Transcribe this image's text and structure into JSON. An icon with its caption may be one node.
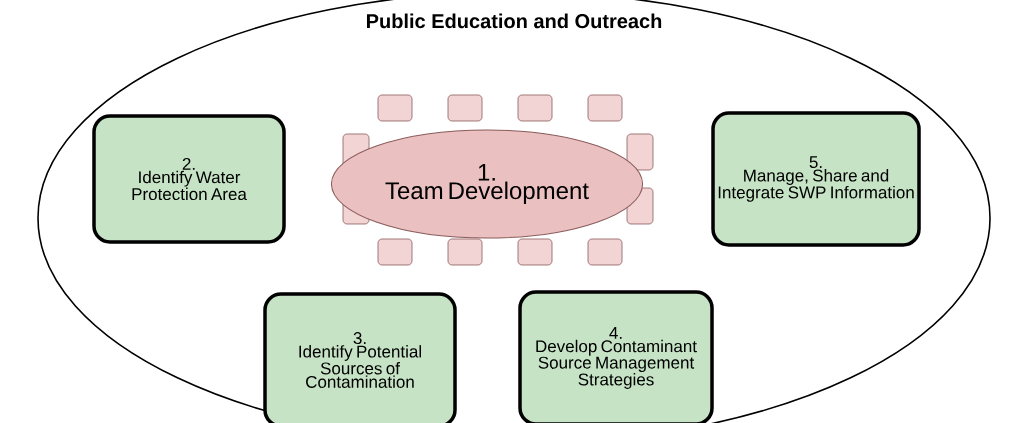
{
  "diagram": {
    "nodes": [
      {
        "text": [
          "Public Education and Outreach"
        ]
      },
      {
        "text": [
          "1.",
          "Team Development"
        ],
        "in": 0
      },
      {
        "text": [
          "2.",
          "Identify Water Protection Area"
        ],
        "in": 0
      },
      {
        "text": [
          "3.",
          "Identify Potential Sources of Contamination"
        ],
        "in": 0
      },
      {
        "text": [
          "4.",
          "Develop Contaminant Source Management Strategies"
        ],
        "in": 0
      },
      {
        "text": [
          "5.",
          "Manage, Share and Integrate SWP Information"
        ],
        "in": 0
      }
    ]
  }
}
